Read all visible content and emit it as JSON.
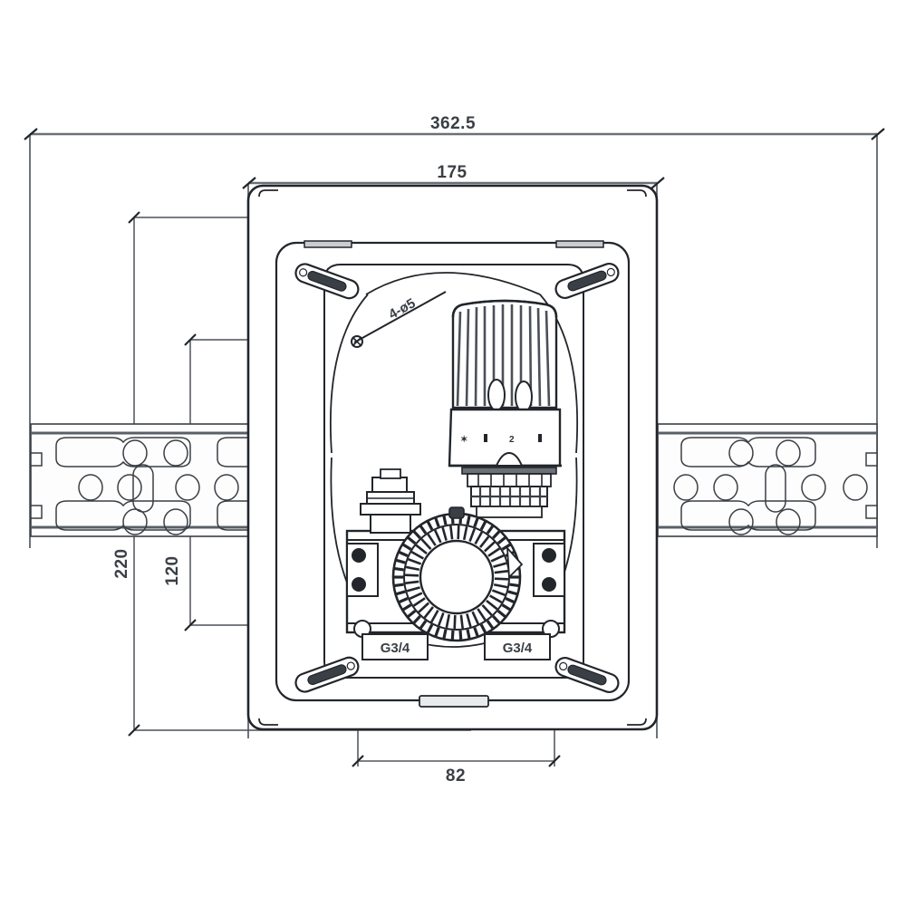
{
  "drawing": {
    "type": "technical-engineering-drawing",
    "subject": "Concealed thermostatic radiator valve box with mounting rail",
    "units": "mm",
    "background_color": "#ffffff",
    "line_color": "#3a3f45",
    "dark_line_color": "#22262b"
  },
  "dimensions": {
    "overall_width": "362.5",
    "box_width": "175",
    "height_outer": "220",
    "height_inner": "120",
    "port_spacing": "82"
  },
  "annotations": {
    "hole_callout": "4-ø5",
    "port_left": "G3/4",
    "port_right": "G3/4"
  },
  "thermostat_scale": {
    "marks": [
      "✶",
      "•",
      "2",
      "•"
    ]
  }
}
